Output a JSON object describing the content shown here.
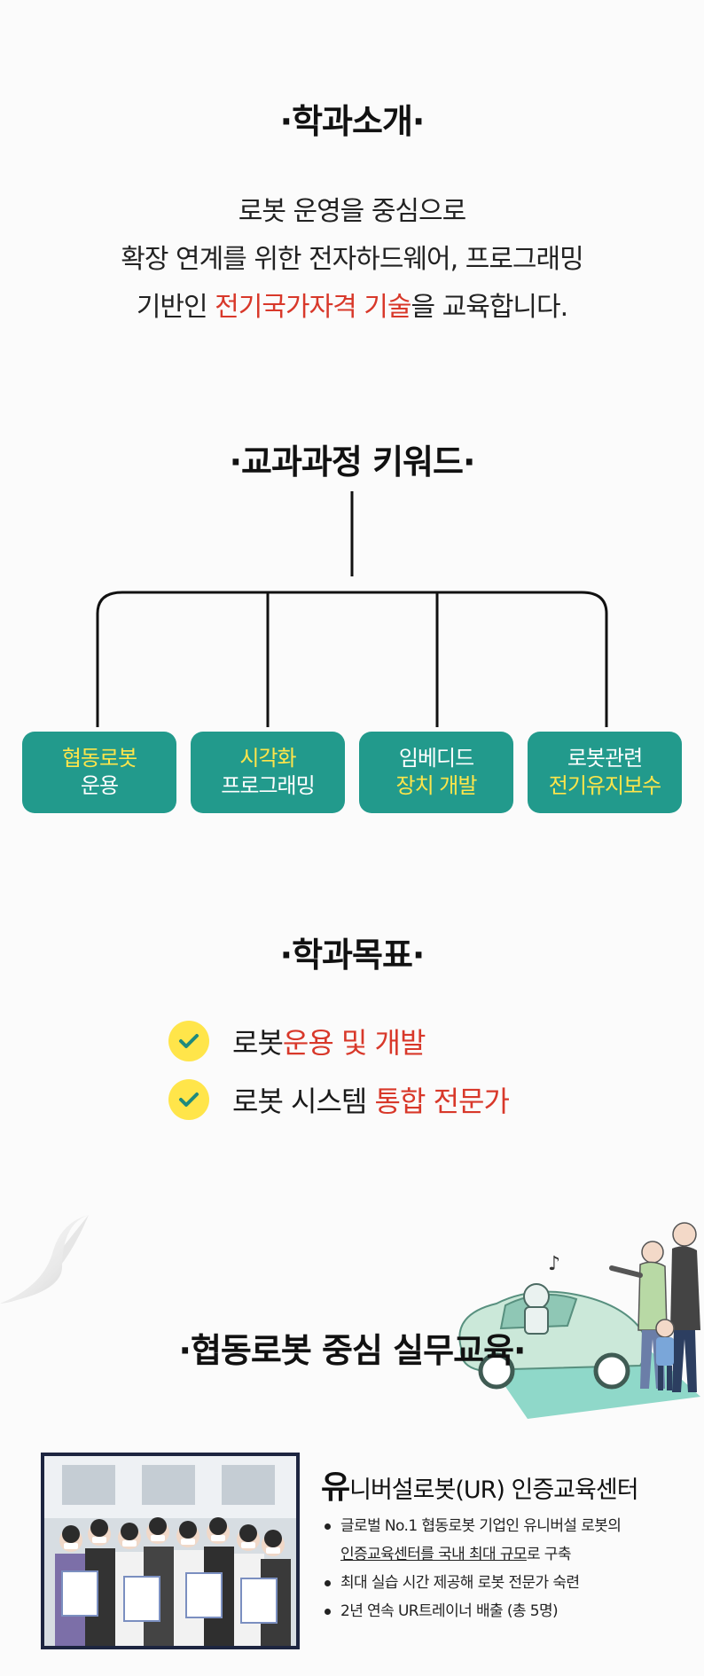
{
  "intro_section": {
    "title": "·학과소개·",
    "line1": "로봇 운영을 중심으로",
    "line2": "확장 연계를 위한 전자하드웨어, 프로그래밍",
    "line3_prefix": "기반인 ",
    "line3_highlight": "전기국가자격 기술",
    "line3_suffix": "을 교육합니다."
  },
  "keywords_section": {
    "title": "·교과과정 키워드·",
    "items": [
      {
        "line1": "협동로봇",
        "line2": "운용"
      },
      {
        "line1": "시각화",
        "line2": "프로그래밍"
      },
      {
        "line1": "임베디드",
        "line2": "장치 개발"
      },
      {
        "line1": "로봇관련",
        "line2": "전기유지보수"
      }
    ]
  },
  "goals_section": {
    "title": "·학과목표·",
    "items": [
      {
        "prefix": "로봇 ",
        "highlight": "운용 및 개발"
      },
      {
        "prefix": "로봇 시스템 ",
        "highlight": "통합 전문가"
      }
    ]
  },
  "practice_section": {
    "title": "·협동로봇 중심 실무교육·",
    "ur_title_big": "유",
    "ur_title_rest": "니버설로봇(UR) 인증교육센터",
    "bullet1_line1": "글로벌 No.1 협동로봇 기업인 유니버설 로봇의",
    "bullet1_line2_underlined": "인증교육센터를 국내 최대 규모",
    "bullet1_line2_suffix": "로 구축",
    "bullet2": "최대 실습 시간 제공해 로봇 전문가 숙련",
    "bullet3": "2년 연속 UR트레이너 배출 (총 5명)"
  },
  "colors": {
    "accent_teal": "#229a8c",
    "highlight_red": "#d8382a",
    "highlight_yellow": "#ffe54a"
  }
}
